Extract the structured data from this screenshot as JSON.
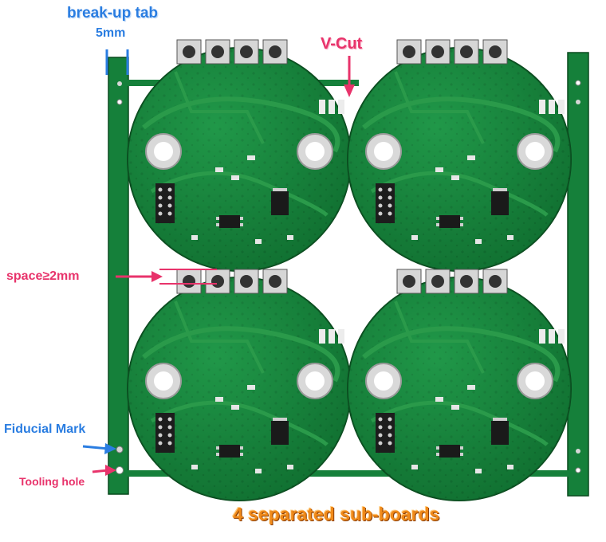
{
  "labels": {
    "breakup_tab": "break-up tab",
    "breakup_tab_width": "5mm",
    "vcut": "V-Cut",
    "spacing": "space≥2mm",
    "fiducial": "Fiducial Mark",
    "tooling": "Tooling hole",
    "caption": "4 separated sub-boards"
  },
  "colors": {
    "board_green": "#15803a",
    "board_dark": "#0d5e28",
    "trace_green": "#2a9a4a",
    "pad_silver": "#d6d6d6",
    "annotation_blue": "#2a7de1",
    "annotation_pink": "#e8336b",
    "caption_orange": "#f08a1a"
  },
  "panel": {
    "sub_board_count": 4
  }
}
